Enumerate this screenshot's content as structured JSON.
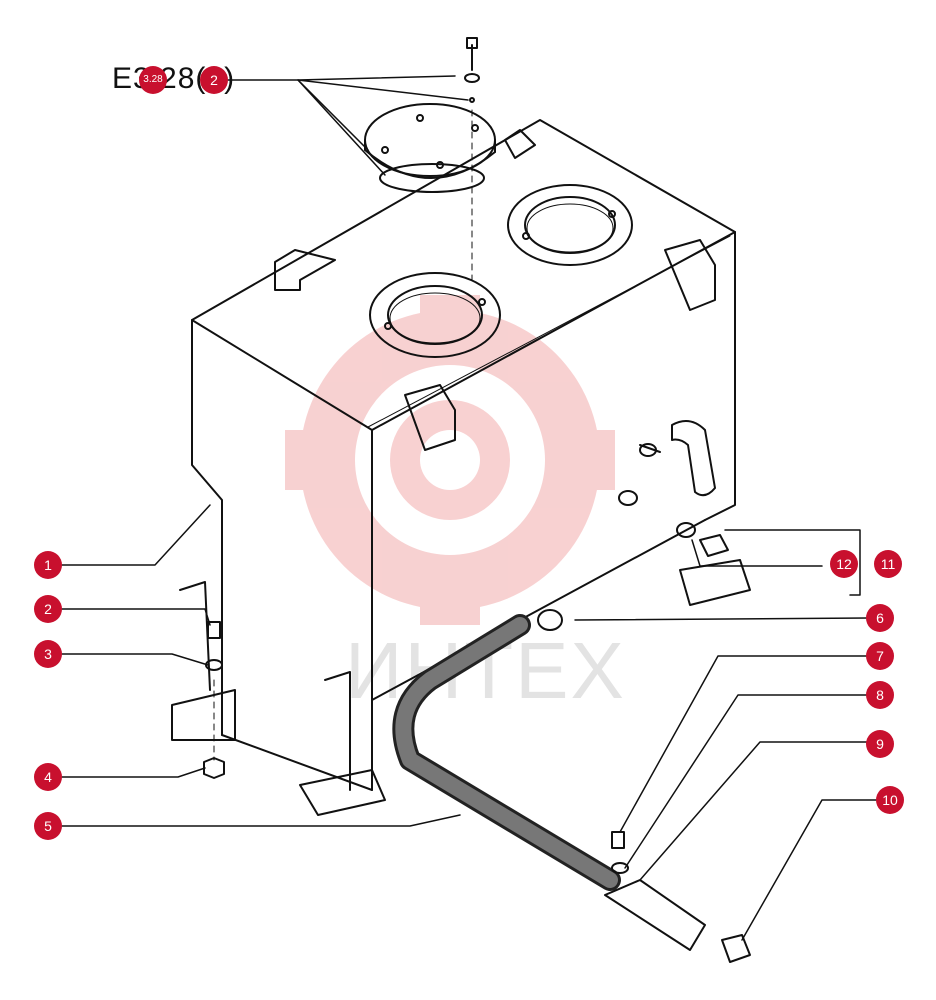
{
  "reference_title": "E3.28(2)",
  "watermark_text": "ИНТЕХ",
  "colors": {
    "callout": "#c8102e",
    "line": "#111111",
    "watermark": "#f2b6b6"
  },
  "callouts": {
    "title_ref": "3.28",
    "top_2": "2",
    "p1": "1",
    "p2": "2",
    "p3": "3",
    "p4": "4",
    "p5": "5",
    "p6": "6",
    "p7": "7",
    "p8": "8",
    "p9": "9",
    "p10": "10",
    "p11": "11",
    "p12": "12"
  }
}
